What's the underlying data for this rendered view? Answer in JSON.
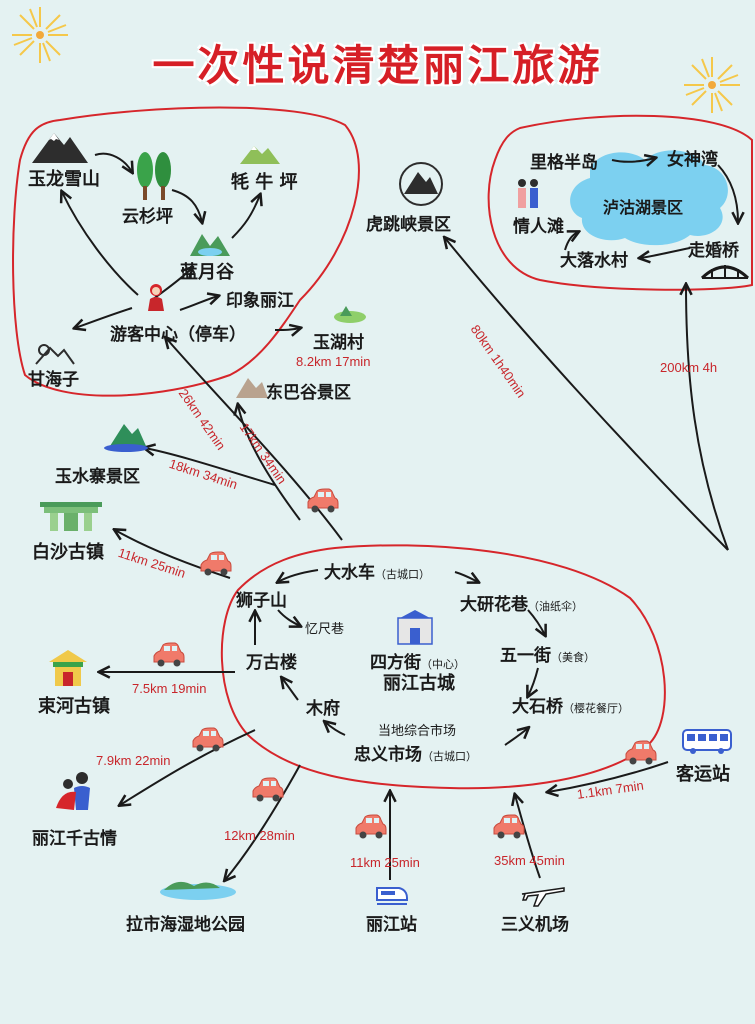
{
  "title": "一次性说清楚丽江旅游",
  "zones": {
    "yulong": {
      "yulong_snow": "玉龙雪山",
      "yunshan": "云杉坪",
      "maoniu": "牦 牛 坪",
      "lanyue": "蓝月谷",
      "visitor": "游客中心（停车）",
      "yinxiang": "印象丽江",
      "ganhai": "甘海子"
    },
    "lugu": {
      "lige": "里格半岛",
      "nvshen": "女神湾",
      "lake": "泸沽湖景区",
      "qingren": "情人滩",
      "zouhun": "走婚桥",
      "daluo": "大落水村"
    },
    "oldtown": {
      "dashuiche": "大水车",
      "dashuiche_note": "（古城口）",
      "dayan": "大研花巷",
      "dayan_note": "（油纸伞）",
      "shizi": "狮子山",
      "yichi": "忆尺巷",
      "wuyi": "五一街",
      "wuyi_note": "（美食）",
      "sifang": "四方街",
      "sifang_note": "（中心）",
      "center": "丽江古城",
      "wanggu": "万古楼",
      "dashiqiao": "大石桥",
      "dashiqiao_note": "（樱花餐厅）",
      "mufu": "木府",
      "market": "当地综合市场",
      "zhongyi": "忠义市场",
      "zhongyi_note": "（古城口）"
    }
  },
  "places": {
    "hutiao": "虎跳峡景区",
    "yuhu": "玉湖村",
    "dongba": "东巴谷景区",
    "yushuizhai": "玉水寨景区",
    "baisha": "白沙古镇",
    "shuhe": "束河古镇",
    "qiangu": "丽江千古情",
    "lashi": "拉市海湿地公园",
    "station": "丽江站",
    "airport": "三义机场",
    "bus": "客运站"
  },
  "distances": {
    "hutiao": "80km 1h40min",
    "lugu": "200km 4h",
    "yuhu": "8.2km 17min",
    "yulong": "26km 42min",
    "dongba": "17km 34min",
    "yushuizhai": "18km 34min",
    "baisha": "11km 25min",
    "shuhe": "7.5km 19min",
    "qiangu": "7.9km 22min",
    "lashi": "12km 28min",
    "station": "11km 25min",
    "airport": "35km 45min",
    "bus": "1.1km 7min"
  },
  "colors": {
    "background": "#e4f2f2",
    "title": "#d61f26",
    "route_outline": "#d6262b",
    "distance_text": "#c8262b",
    "arrow": "#1a1a1a",
    "lake": "#7cd0f0",
    "car": "#f07a6a"
  },
  "icons": [
    "firework-icon",
    "mountain-icon",
    "tree-icon",
    "meadow-icon",
    "valley-icon",
    "person-icon",
    "sun-mountain-icon",
    "village-icon",
    "ticket-icon",
    "gate-icon",
    "pavilion-icon",
    "couple-icon",
    "wetland-icon",
    "train-icon",
    "airplane-icon",
    "bus-icon",
    "car-icon",
    "bridge-icon",
    "cloud-lake-icon"
  ]
}
